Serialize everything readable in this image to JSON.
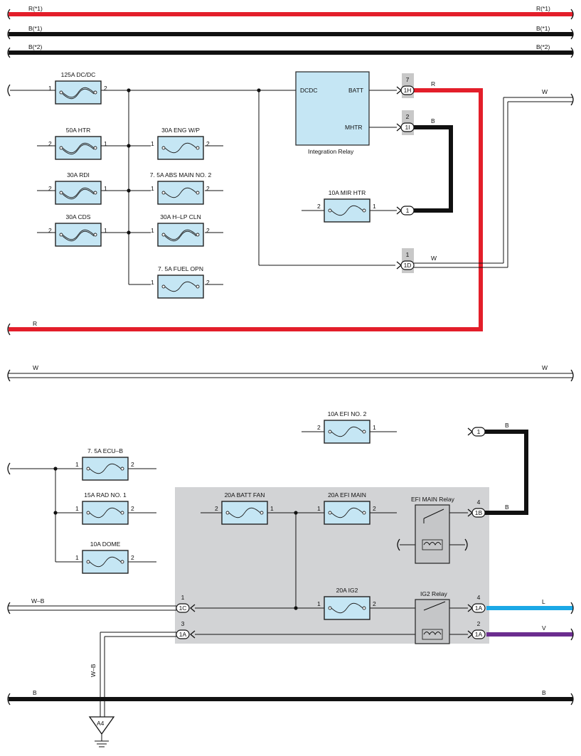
{
  "buses": {
    "r_top_left": "R(*1)",
    "r_top_right": "R(*1)",
    "b1_left": "B(*1)",
    "b1_right": "B(*1)",
    "b2_left": "B(*2)",
    "b2_right": "B(*2)",
    "r_bottom": "R",
    "w_mid_left": "W",
    "w_mid_right": "W",
    "b_bottom_left": "B",
    "b_bottom_right": "B"
  },
  "fuses": {
    "dcdc125": {
      "label": "125A DC/DC",
      "p1": "1",
      "p2": "2"
    },
    "htr50": {
      "label": "50A HTR",
      "p1": "2",
      "p2": "1"
    },
    "rdi30": {
      "label": "30A RDI",
      "p1": "2",
      "p2": "1"
    },
    "cds30": {
      "label": "30A CDS",
      "p1": "2",
      "p2": "1"
    },
    "engwp30": {
      "label": "30A ENG W/P",
      "p1": "1",
      "p2": "2"
    },
    "absmain": {
      "label": "7. 5A ABS MAIN NO. 2",
      "p1": "1",
      "p2": "2"
    },
    "hlpcln": {
      "label": "30A H–LP CLN",
      "p1": "1",
      "p2": "2"
    },
    "fuelopn": {
      "label": "7. 5A FUEL OPN",
      "p1": "1",
      "p2": "2"
    },
    "mirhtr": {
      "label": "10A MIR HTR",
      "p1": "2",
      "p2": "1"
    },
    "efi2": {
      "label": "10A EFI NO. 2",
      "p1": "2",
      "p2": "1"
    },
    "ecub": {
      "label": "7. 5A ECU–B",
      "p1": "1",
      "p2": "2"
    },
    "radno1": {
      "label": "15A RAD NO. 1",
      "p1": "1",
      "p2": "2"
    },
    "dome": {
      "label": "10A DOME",
      "p1": "1",
      "p2": "2"
    },
    "battfan": {
      "label": "20A BATT FAN",
      "p1": "2",
      "p2": "1"
    },
    "efimain": {
      "label": "20A EFI MAIN",
      "p1": "1",
      "p2": "2"
    },
    "ig2": {
      "label": "20A IG2",
      "p1": "1",
      "p2": "2"
    }
  },
  "integration_relay": {
    "name": "Integration Relay",
    "dcdc": "DCDC",
    "batt": "BATT",
    "mhtr": "MHTR"
  },
  "relays": {
    "efi_main": "EFI MAIN Relay",
    "ig2": "IG2 Relay"
  },
  "connectors": {
    "c1h": {
      "id": "1H",
      "pin": "7",
      "wire": "R"
    },
    "c1i": {
      "id": "1I",
      "pin": "2",
      "wire": "B"
    },
    "c1": {
      "id": "1"
    },
    "c1d": {
      "id": "1D",
      "pin": "1",
      "wire": "W"
    },
    "c_efi2": {
      "id": "1",
      "wire": "B"
    },
    "c1b": {
      "id": "1B",
      "pin": "4",
      "wire": "B"
    },
    "c1c": {
      "id": "1C",
      "pin": "1",
      "wire": "W–B"
    },
    "c1a_top": {
      "id": "1A",
      "pin": "3"
    },
    "c1a_l": {
      "id": "1A",
      "pin": "4",
      "wire": "L"
    },
    "c1a_v": {
      "id": "1A",
      "pin": "2",
      "wire": "V"
    }
  },
  "wire_top_w": "W",
  "ground": {
    "id": "A4",
    "wire": "W–B"
  },
  "colors": {
    "red": "#e31e2a",
    "black": "#111111",
    "blue": "#1ba8e6",
    "violet": "#6b2d8f",
    "fuse_fill": "#c5e6f4",
    "box_fill": "#d2d3d5",
    "conn_gray": "#c8c8c8"
  }
}
